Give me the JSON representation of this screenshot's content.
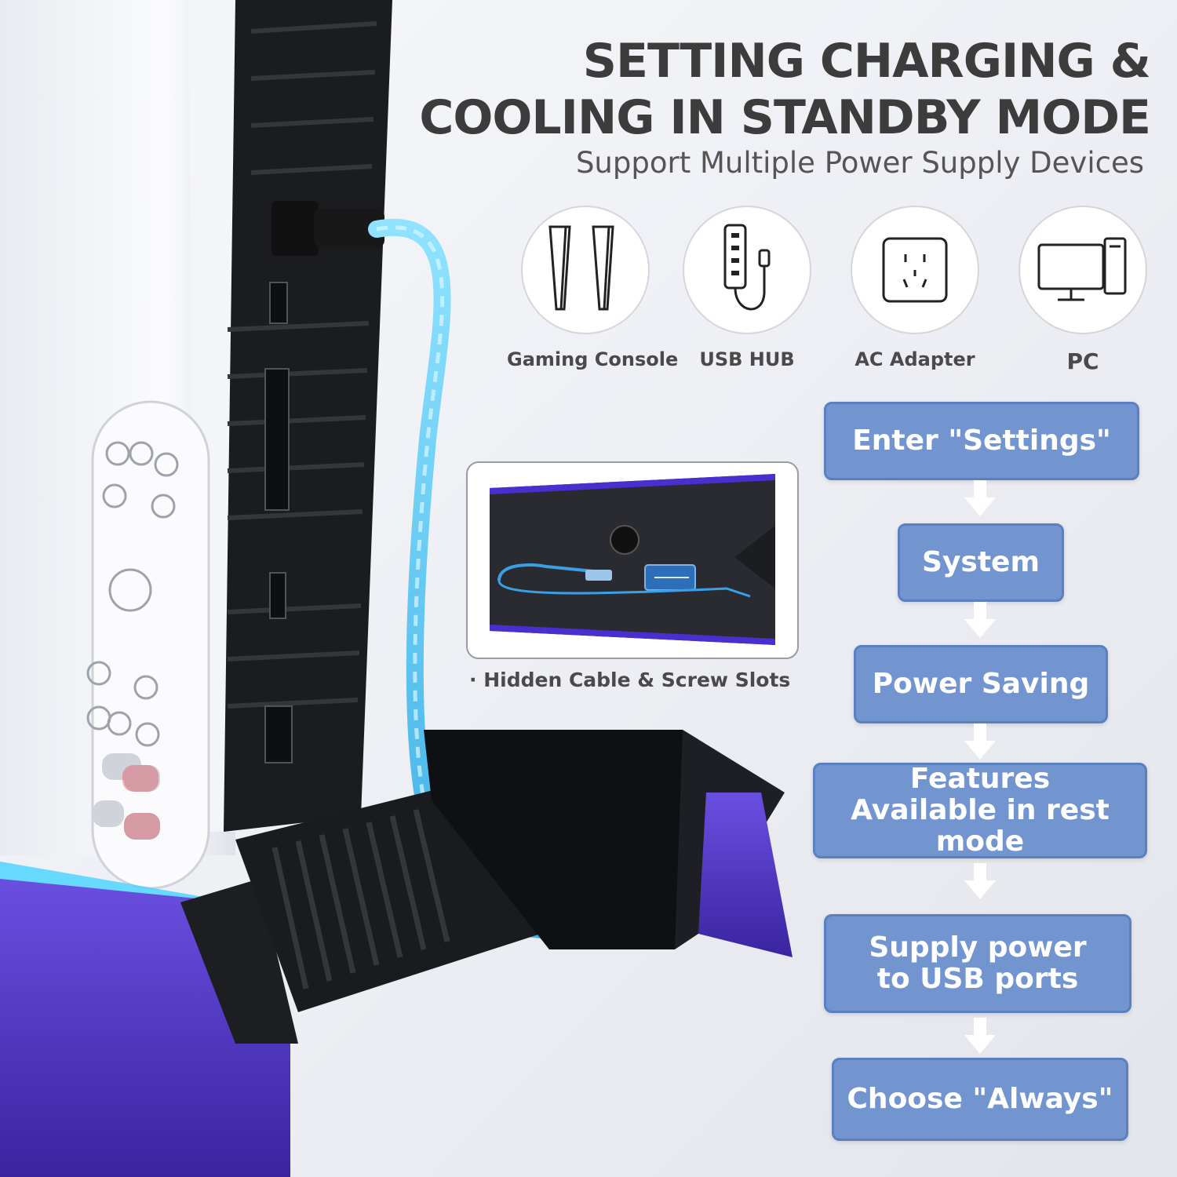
{
  "headline": {
    "line1": "SETTING CHARGING &",
    "line2": "COOLING IN STANDBY MODE",
    "subtitle": "Support Multiple Power Supply Devices"
  },
  "devices": [
    {
      "label": "Gaming Console",
      "icon": "gaming-console-icon"
    },
    {
      "label": "USB HUB",
      "icon": "usb-hub-icon"
    },
    {
      "label": "AC Adapter",
      "icon": "ac-outlet-icon"
    },
    {
      "label": "PC",
      "icon": "pc-monitor-icon"
    }
  ],
  "inset": {
    "caption": "· Hidden Cable & Screw Slots"
  },
  "steps": [
    {
      "label": "Enter \"Settings\""
    },
    {
      "label": "System"
    },
    {
      "label": "Power Saving"
    },
    {
      "label": "Features Available in rest mode"
    },
    {
      "label": "Supply power to USB ports"
    },
    {
      "label": "Choose \"Always\""
    }
  ],
  "colors": {
    "step_fill": "#7295cf",
    "step_border": "#5a80c2",
    "stand_purple": "#5b3fc4",
    "cable_glow": "#4fc3f7"
  }
}
